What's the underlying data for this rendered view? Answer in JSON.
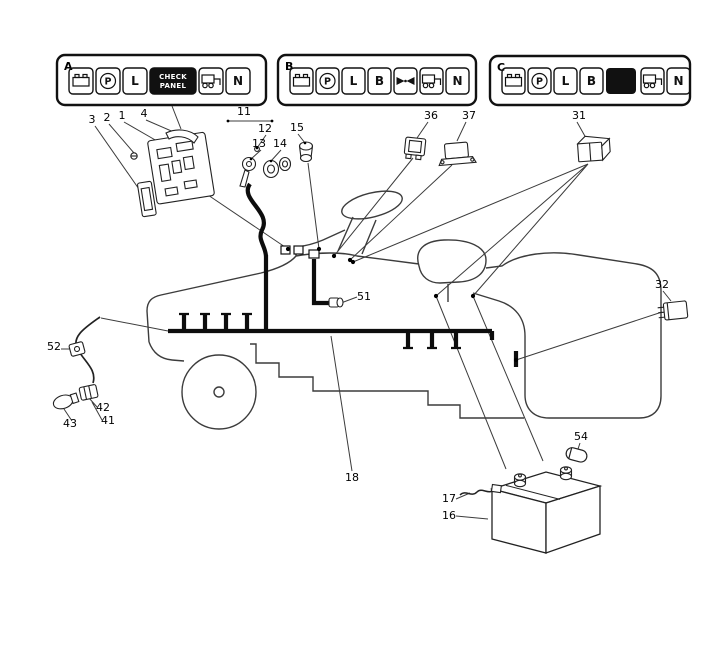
{
  "panels": [
    {
      "label": "A"
    },
    {
      "label": "B"
    },
    {
      "label": "C"
    }
  ],
  "indicator_glyphs": {
    "parking": "P",
    "lights": "L",
    "neutral": "N",
    "blade_letter": "B",
    "check_line1": "CHECK",
    "check_line2": "PANEL"
  },
  "callouts": {
    "n1": "1",
    "n2": "2",
    "n3": "3",
    "n4": "4",
    "n11": "11",
    "n12": "12",
    "n13": "13",
    "n14": "14",
    "n15": "15",
    "n16": "16",
    "n17": "17",
    "n18": "18",
    "n31": "31",
    "n32": "32",
    "n36": "36",
    "n37": "37",
    "n41": "41",
    "n42": "42",
    "n43": "43",
    "n51": "51",
    "n52": "52",
    "n54": "54"
  },
  "colors": {
    "ink": "#111111",
    "outline": "#3c3c3c",
    "background": "#ffffff"
  }
}
